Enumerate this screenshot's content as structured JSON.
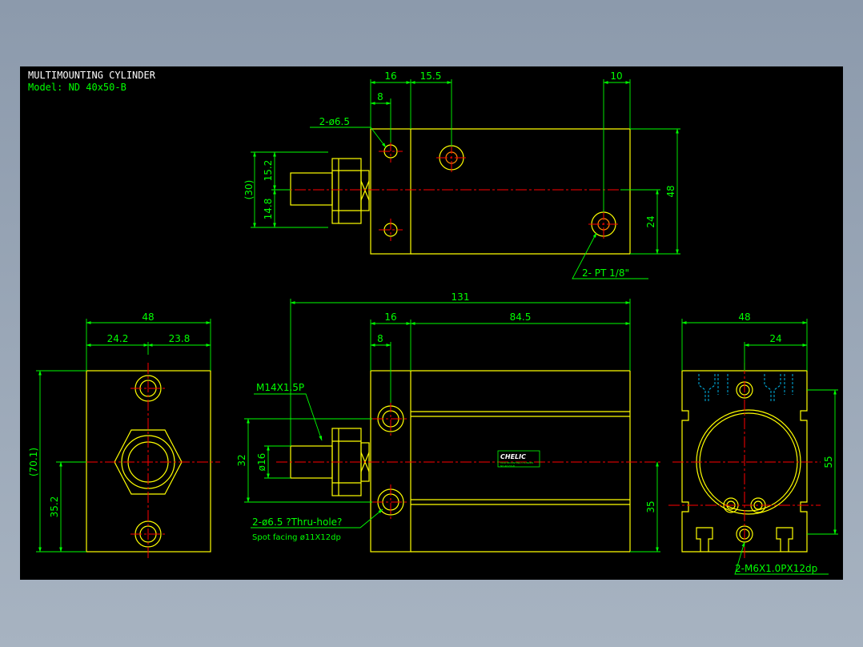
{
  "title": {
    "line1": "MULTIMOUNTING CYLINDER",
    "line2": "Model: ND 40x50-B"
  },
  "colors": {
    "background": "#000000",
    "outline": "#ffff00",
    "dimension": "#00ff00",
    "centerline": "#ff0000",
    "hidden": "#00c8ff"
  },
  "top_view": {
    "dims": {
      "d16": "16",
      "d15_5": "15.5",
      "d8": "8",
      "d10": "10",
      "d15_2": "15.2",
      "d14_8": "14.8",
      "d30": "(30)",
      "d48": "48",
      "d24": "24"
    },
    "labels": {
      "holes": "2-ø6.5",
      "ports": "2- PT 1/8\""
    }
  },
  "left_view": {
    "dims": {
      "d48": "48",
      "d24_2": "24.2",
      "d23_8": "23.8",
      "d70_1": "(70.1)",
      "d35_2": "35.2"
    }
  },
  "front_view": {
    "dims": {
      "d131": "131",
      "d16": "16",
      "d84_5": "84.5",
      "d8": "8",
      "d32": "32",
      "d16dia": "ø16",
      "d35": "35"
    },
    "labels": {
      "thread": "M14X1.5P",
      "holes_line1": "2-ø6.5 ?Thru-hole?",
      "holes_line2": "Spot facing  ø11X12dp",
      "brand": "CHELIC",
      "plate_line1": "MULTIMOUNTING CYLINDER",
      "plate_line2": "ND 40x50-B"
    }
  },
  "right_view": {
    "dims": {
      "d48": "48",
      "d24": "24",
      "d55": "55"
    },
    "labels": {
      "taps": "2-M6X1.0PX12dp"
    }
  }
}
